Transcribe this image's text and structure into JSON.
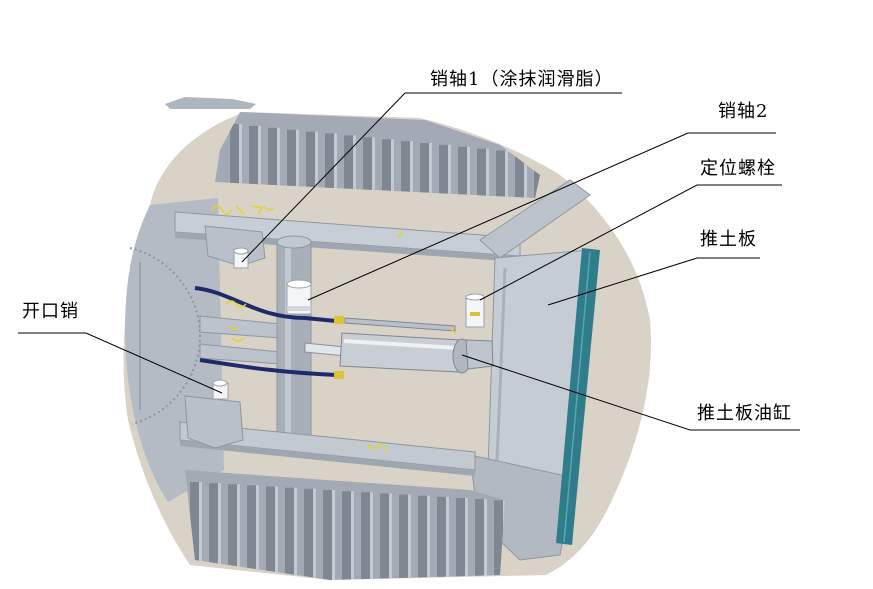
{
  "labels": {
    "pin_1": "销轴1（涂抹润滑脂）",
    "pin_2": "销轴2",
    "locating_bolt": "定位螺栓",
    "blade": "推土板",
    "cotter_pin": "开口销",
    "blade_cylinder": "推土板油缸"
  },
  "colors": {
    "background_ground": "#d9d2c7",
    "frame_metal": "#b4bbc5",
    "track_metal": "#a3aab5",
    "cutting_edge": "#2f7d8a",
    "hydraulic_hose": "#1f2a6b",
    "pin_white": "#f4f5f7"
  }
}
